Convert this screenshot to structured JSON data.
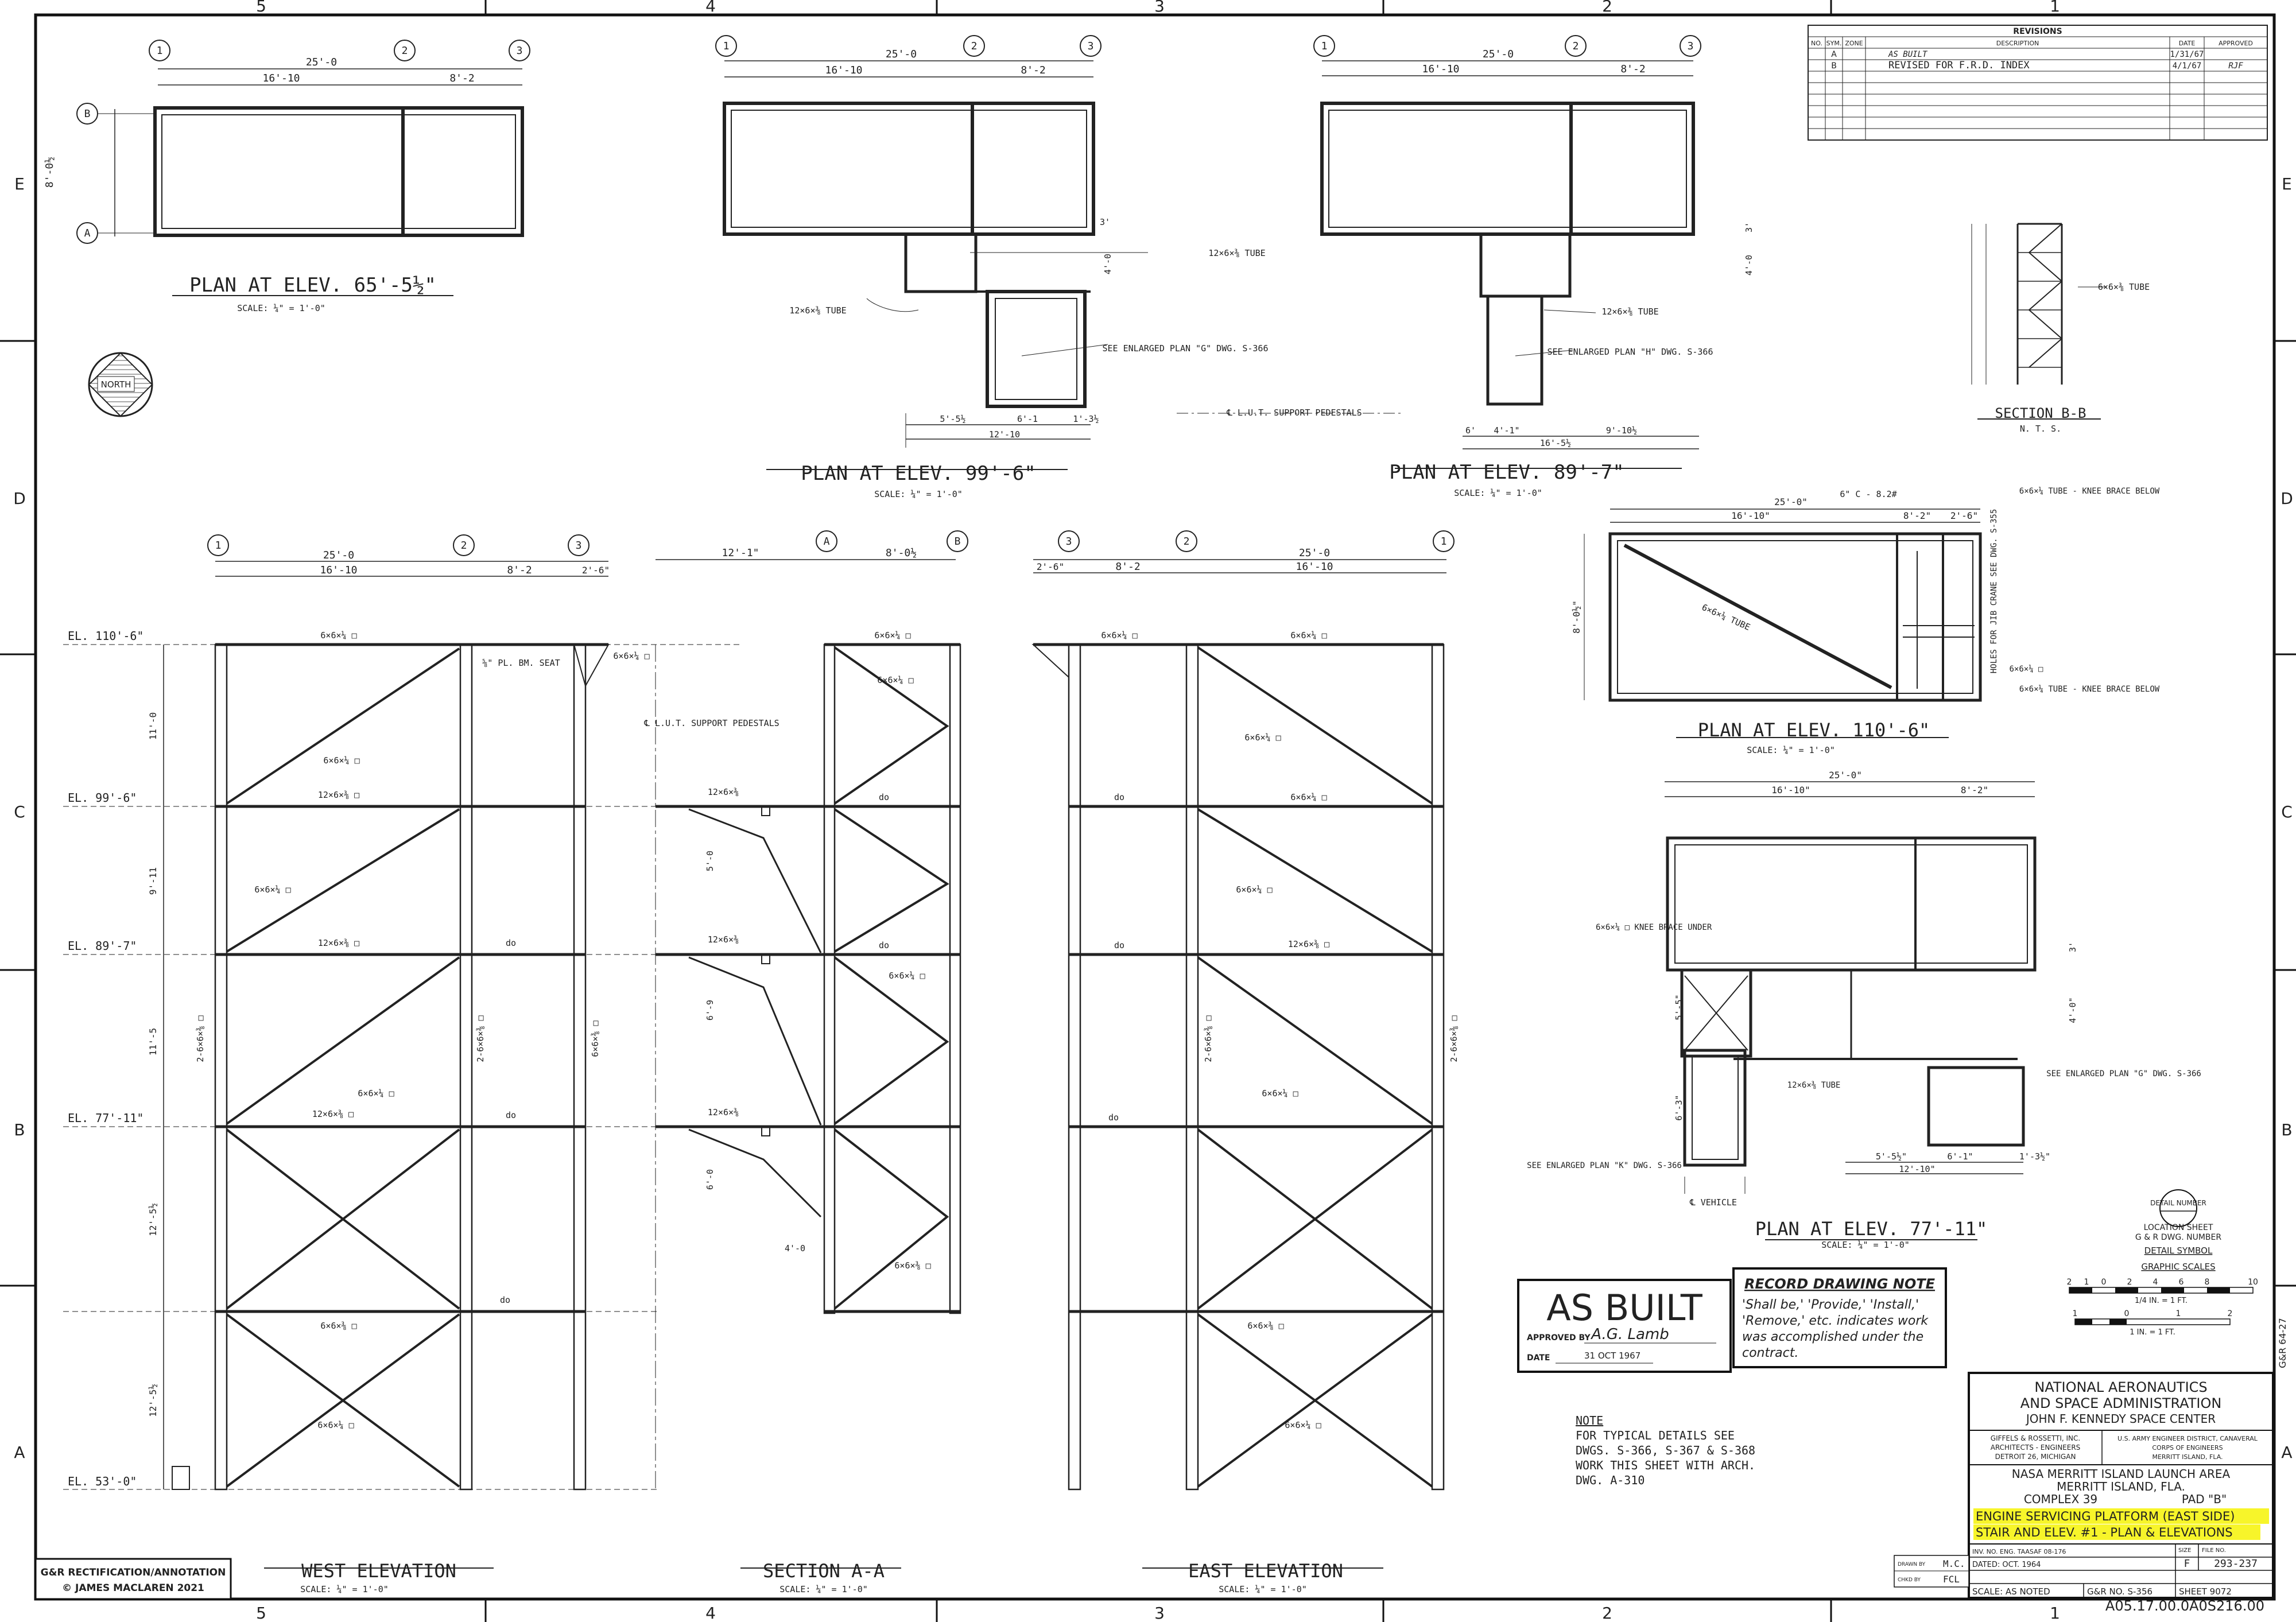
{
  "border": {
    "columns": [
      "5",
      "4",
      "3",
      "2",
      "1"
    ],
    "rows": [
      "E",
      "D",
      "C",
      "B",
      "A"
    ],
    "side_stamp": "G&R 64-27"
  },
  "revisions": {
    "title": "REVISIONS",
    "headers": [
      "NO.",
      "SYM.",
      "ZONE",
      "DESCRIPTION",
      "DATE",
      "APPROVED"
    ],
    "rows": [
      {
        "sym": "A",
        "desc": "AS BUILT",
        "date": "1/31/67",
        "appr": ""
      },
      {
        "sym": "B",
        "desc": "REVISED FOR F.R.D. INDEX",
        "date": "4/1/67",
        "appr": "RJF"
      }
    ]
  },
  "plans": {
    "p65": {
      "title": "PLAN AT ELEV. 65'-5½\"",
      "scale": "SCALE: ¼\" = 1'-0\"",
      "dims": [
        "25'-0",
        "16'-10",
        "8'-2",
        "8'-0½"
      ],
      "grids": [
        "1",
        "2",
        "3"
      ],
      "rows": [
        "B",
        "A"
      ]
    },
    "p99": {
      "title": "PLAN AT ELEV. 99'-6\"",
      "scale": "SCALE: ¼\" = 1'-0\"",
      "dims": [
        "25'-0",
        "16'-10",
        "8'-2",
        "3'",
        "4'-0",
        "5'-5½",
        "6'-1",
        "1'-3½",
        "12'-10"
      ],
      "grids": [
        "1",
        "2",
        "3"
      ],
      "notes": [
        "12×6×⅜ TUBE",
        "12×6×⅜ TUBE",
        "SEE ENLARGED PLAN \"G\" DWG. S-366",
        "℄ L.U.T. SUPPORT PEDESTALS"
      ]
    },
    "p89": {
      "title": "PLAN AT ELEV. 89'-7\"",
      "scale": "SCALE: ¼\" = 1'-0\"",
      "dims": [
        "25'-0",
        "16'-10",
        "8'-2",
        "3'",
        "4'-0",
        "6'",
        "4'-1\"",
        "9'-10½",
        "16'-5½"
      ],
      "grids": [
        "1",
        "2",
        "3"
      ],
      "notes": [
        "12×6×⅜ TUBE",
        "SEE ENLARGED PLAN \"H\" DWG. S-366"
      ]
    },
    "p110": {
      "title": "PLAN AT ELEV. 110'-6\"",
      "scale": "SCALE: ¼\" = 1'-0\"",
      "dims": [
        "25'-0\"",
        "16'-10\"",
        "8'-2\"",
        "2'-6\"",
        "8'-0½\""
      ],
      "notes": [
        "6\" C - 8.2#",
        "6×6×¼ TUBE - KNEE BRACE BELOW",
        "HOLES FOR JIB CRANE SEE DWG. S-355",
        "6×6×¼ TUBE",
        "6×6×¼ □",
        "6×6×¼ TUBE - KNEE BRACE BELOW"
      ]
    },
    "p77": {
      "title": "PLAN AT ELEV. 77'-11\"",
      "scale": "SCALE: ¼\" = 1'-0\"",
      "dims": [
        "25'-0\"",
        "16'-10\"",
        "8'-2\"",
        "3'",
        "4'-0\"",
        "5'-5\"",
        "6'-3\"",
        "5'-5½\"",
        "6'-1\"",
        "1'-3½\"",
        "12'-10\""
      ],
      "notes": [
        "6×6×¼ □ KNEE BRACE UNDER",
        "12×6×⅜ TUBE",
        "SEE ENLARGED PLAN \"G\" DWG. S-366",
        "SEE ENLARGED PLAN \"K\" DWG. S-366",
        "℄ VEHICLE"
      ]
    }
  },
  "section_bb": {
    "title": "SECTION B-B",
    "scale": "N. T. S.",
    "note": "6×6×⅜ TUBE"
  },
  "elevations": {
    "levels": [
      "EL. 110'-6\"",
      "EL. 99'-6\"",
      "EL. 89'-7\"",
      "EL. 77'-11\"",
      "EL. 53'-0\""
    ],
    "level_dims": [
      "11'-0",
      "9'-11",
      "11'-5",
      "12'-5½",
      "12'-5½"
    ],
    "west": {
      "title": "WEST ELEVATION",
      "scale": "SCALE: ¼\" = 1'-0\"",
      "grids": [
        "1",
        "2",
        "3"
      ],
      "dims": [
        "25'-0",
        "16'-10",
        "8'-2",
        "2'-6\""
      ],
      "notes": [
        "6×6×¼ □",
        "⅝\" PL. BM. SEAT",
        "6×6×¼ □",
        "12×6×⅜ □",
        "6×6×¼ □",
        "12×6×⅜ □",
        "do",
        "6×6×¼ □",
        "12×6×⅜ □",
        "do",
        "6×6×¼ □",
        "do",
        "6×6×⅜ □",
        "6×6×¼ □",
        "2-6×6×⅜ □",
        "2-6×6×⅜ □",
        "6×6×⅜ □"
      ]
    },
    "section": {
      "title": "SECTION A-A",
      "scale": "SCALE: ¼\" = 1'-0\"",
      "grids": [
        "A",
        "B"
      ],
      "dims": [
        "12'-1\"",
        "8'-0½"
      ],
      "notes": [
        "℄ L.U.T. SUPPORT PEDESTALS",
        "12×6×⅜",
        "12×6×⅜",
        "12×6×⅜",
        "6×6×¼ □",
        "6×6×¼ □",
        "6×6×¼ □",
        "6×6×⅜ □",
        "do",
        "do",
        "4'-0",
        "6'-0",
        "6'-9",
        "5'-0"
      ]
    },
    "east": {
      "title": "EAST ELEVATION",
      "scale": "SCALE: ¼\" = 1'-0\"",
      "grids": [
        "3",
        "2",
        "1"
      ],
      "dims": [
        "2'-6\"",
        "8'-2",
        "25'-0",
        "16'-10"
      ],
      "notes": [
        "6×6×¼ □",
        "6×6×¼ □",
        "6×6×¼ □",
        "do",
        "6×6×¼ □",
        "12×6×⅜ □",
        "6×6×¼ □",
        "do",
        "6×6×¼ □",
        "do",
        "6×6×⅜ □",
        "6×6×¼ □",
        "2-6×6×⅜ □",
        "2-6×6×⅜ □"
      ]
    }
  },
  "north": "NORTH",
  "as_built": {
    "title": "AS BUILT",
    "approved_label": "APPROVED BY",
    "signature": "A.G. Lamb",
    "date_label": "DATE",
    "date": "31 OCT 1967"
  },
  "record_note": {
    "title": "RECORD DRAWING NOTE",
    "lines": [
      "'Shall be,' 'Provide,' 'Install,'",
      "'Remove,' etc. indicates work",
      "was accomplished under the",
      "contract."
    ]
  },
  "general_note": {
    "title": "NOTE",
    "lines": [
      "FOR TYPICAL DETAILS SEE",
      "DWGS. S-366, S-367 & S-368",
      "WORK THIS SHEET WITH ARCH.",
      "DWG. A-310"
    ]
  },
  "detail_symbol": {
    "top": "DETAIL NUMBER",
    "lines": [
      "LOCATION SHEET",
      "G & R DWG. NUMBER"
    ],
    "caption": "DETAIL SYMBOL"
  },
  "graphic_scales": {
    "title": "GRAPHIC SCALES",
    "a_ticks": [
      "2",
      "1",
      "0",
      "2",
      "4",
      "6",
      "8",
      "10"
    ],
    "a_label": "1/4 IN. = 1 FT.",
    "b_ticks": [
      "1",
      "0",
      "1",
      "2"
    ],
    "b_label": "1 IN. = 1 FT."
  },
  "title_block": {
    "agency1": "NATIONAL AERONAUTICS",
    "agency2": "AND SPACE ADMINISTRATION",
    "center": "JOHN F. KENNEDY SPACE CENTER",
    "firm_left": [
      "GIFFELS & ROSSETTI, INC.",
      "ARCHITECTS - ENGINEERS",
      "DETROIT 26, MICHIGAN"
    ],
    "firm_right": [
      "U.S. ARMY ENGINEER DISTRICT, CANAVERAL",
      "CORPS OF ENGINEERS",
      "MERRITT ISLAND, FLA."
    ],
    "project1": "NASA MERRITT ISLAND LAUNCH AREA",
    "project2": "MERRITT ISLAND, FLA.",
    "complex": "COMPLEX 39",
    "pad": "PAD \"B\"",
    "desc1": "ENGINE SERVICING PLATFORM (EAST SIDE)",
    "desc2": "STAIR AND ELEV. #1 - PLAN & ELEVATIONS",
    "drawn": "DRAWN BY",
    "drawn_v": "M.C.",
    "check": "CHKD BY",
    "check_v": "FCL",
    "inv": "INV. NO. ENG. TAASAF 08-176",
    "dated": "DATED: OCT. 1964",
    "size_l": "SIZE",
    "size": "F",
    "file_l": "FILE NO.",
    "file": "293-237",
    "scale": "SCALE: AS NOTED",
    "gr": "G&R NO. S-356",
    "sheet": "SHEET 9072"
  },
  "doc_number": "A05.17.00.0A0S216.00",
  "credit": {
    "line1": "G&R RECTIFICATION/ANNOTATION",
    "line2": "© JAMES MACLAREN 2021"
  }
}
